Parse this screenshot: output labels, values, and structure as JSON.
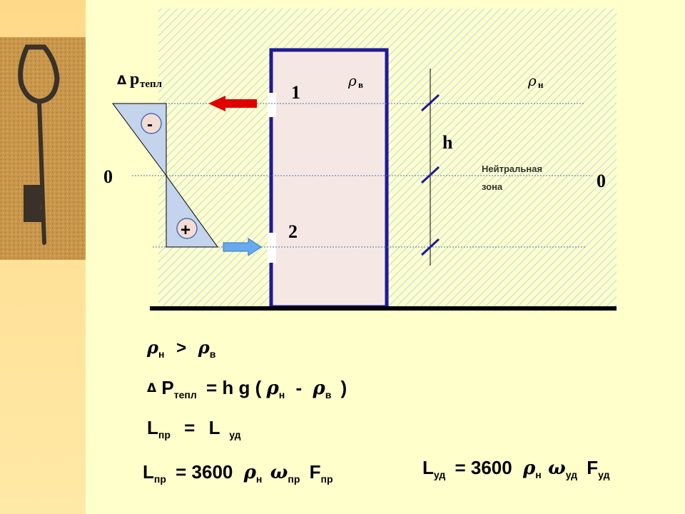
{
  "diagram": {
    "labels": {
      "delta_sym": "Δ",
      "p_teplo": "р",
      "p_teplo_sub": "тепл",
      "rho": "ρ",
      "sub_v": "в",
      "sub_n": "н",
      "num1": "1",
      "num2": "2",
      "h": "h",
      "zero_left": "0",
      "zero_right": "0",
      "minus": "-",
      "plus": "+",
      "neutral_line1": "Нейтральная",
      "neutral_line2": "зона"
    },
    "colors": {
      "wall": "#1F1A99",
      "outflow_arrow": "#E00000",
      "inflow_arrow": "#66AAF0",
      "hatch": "#B5D9E8",
      "room_fill": "#F5E8E4",
      "triangle_fill": "#C4D4EC"
    }
  },
  "formulas": {
    "f1": {
      "rho": "ρ",
      "sub_n": "н",
      "gt": ">",
      "sub_v": "в"
    },
    "f2": {
      "delta": "Δ",
      "P": "P",
      "sub": "тепл",
      "eq": "= h g (",
      "rho": "ρ",
      "sub_n": "н",
      "minus": "-",
      "sub_v": "в",
      "close": ")"
    },
    "f3": {
      "L": "L",
      "sub_pr": "пр",
      "eq": "=",
      "L2": "L",
      "sub_ud": "уд"
    },
    "f4": {
      "L": "L",
      "sub_pr": "пр",
      "eq": "= 3600",
      "rho": "ρ",
      "sub_n": "н",
      "omega": "ω",
      "sub_pr2": "пр",
      "F": "F",
      "sub_pr3": "пр"
    },
    "f5": {
      "L": "L",
      "sub_ud": "уд",
      "eq": "= 3600",
      "rho": "ρ",
      "sub_n": "н",
      "omega": "ω",
      "sub_ud2": "уд",
      "F": "F",
      "sub_ud3": "уд"
    }
  }
}
